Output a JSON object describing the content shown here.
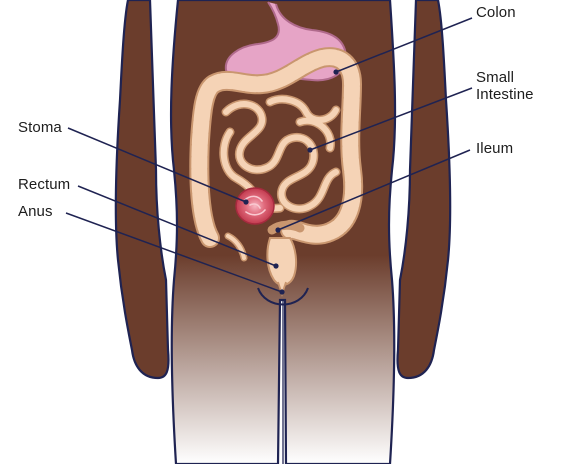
{
  "diagram": {
    "labels": {
      "colon": "Colon",
      "small_intestine": "Small\nIntestine",
      "ileum": "Ileum",
      "stoma": "Stoma",
      "rectum": "Rectum",
      "anus": "Anus"
    },
    "colors": {
      "skin": "#6b3d2c",
      "outline": "#1f2352",
      "stomach": "#e6a4c6",
      "intestine": "#f5d3b6",
      "intestine_outline": "#c9966f",
      "stoma": "#d14b5c",
      "leader_line": "#1f2352",
      "label_text": "#1d1d1d"
    }
  }
}
